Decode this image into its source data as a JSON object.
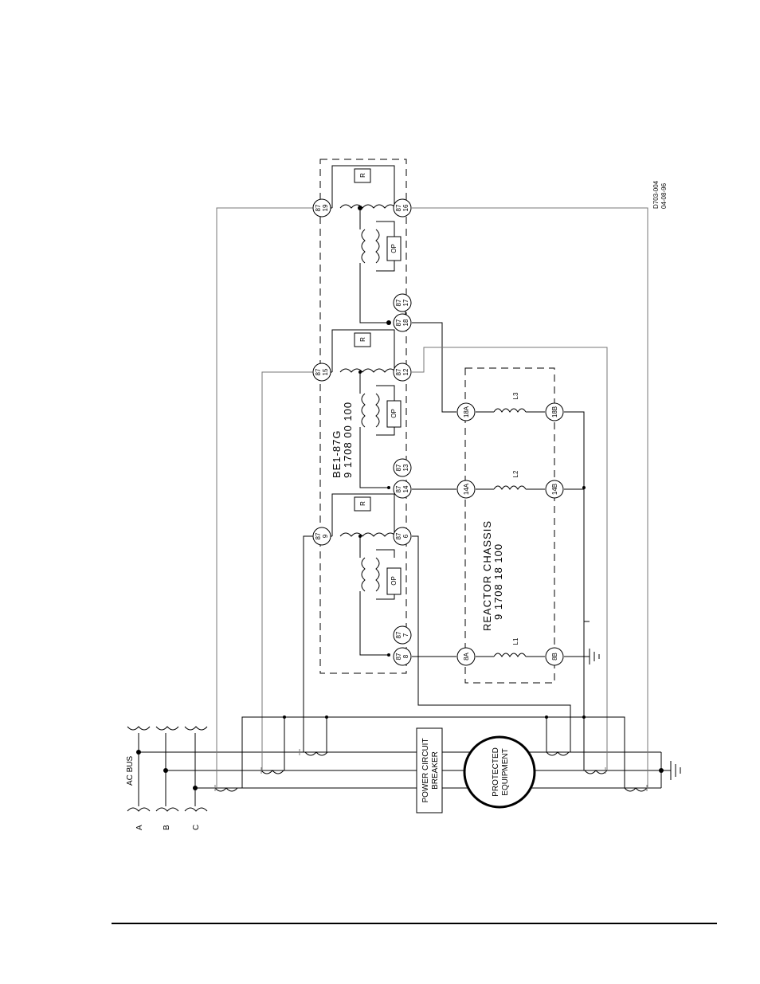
{
  "bus": {
    "label": "AC BUS",
    "phases": [
      "A",
      "B",
      "C"
    ]
  },
  "breaker_label": [
    "POWER CIRCUIT",
    "BREAKER"
  ],
  "equipment_label": [
    "PROTECTED",
    "EQUIPMENT"
  ],
  "relay": {
    "name": "BE1-87G",
    "part_number": "9 1708 00 100"
  },
  "reactor": {
    "name": "REACTOR CHASSIS",
    "part_number": "9 1708 18 100"
  },
  "restraint_label": "R",
  "operate_label": "OP",
  "relay_terminals": [
    [
      "87",
      "8"
    ],
    [
      "87",
      "7"
    ],
    [
      "87",
      "9"
    ],
    [
      "87",
      "6"
    ],
    [
      "87",
      "14"
    ],
    [
      "87",
      "13"
    ],
    [
      "87",
      "15"
    ],
    [
      "87",
      "12"
    ],
    [
      "87",
      "18"
    ],
    [
      "87",
      "17"
    ],
    [
      "87",
      "19"
    ],
    [
      "87",
      "16"
    ]
  ],
  "reactor_terminals": [
    "8A",
    "8B",
    "14A",
    "14B",
    "18A",
    "18B"
  ],
  "inductors": [
    "L1",
    "L2",
    "L3"
  ],
  "drawing_number": "D703-004",
  "drawing_date": "04-08-96"
}
